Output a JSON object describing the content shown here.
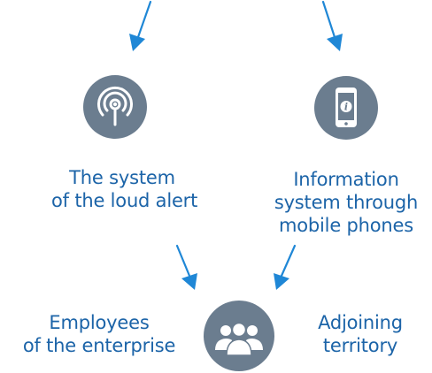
{
  "colors": {
    "accent": "#1c64a8",
    "arrow": "#1f87d6",
    "icon_bg": "#6b7d8f",
    "icon_fg": "#ffffff"
  },
  "nodes": {
    "loud_alert": {
      "icon": "antenna-broadcast-icon",
      "lines": [
        "The system",
        "of the loud alert"
      ]
    },
    "mobile_info": {
      "icon": "mobile-phone-info-icon",
      "lines": [
        "Information",
        "system through",
        "mobile phones"
      ]
    },
    "employees": {
      "lines": [
        "Employees",
        "of the enterprise"
      ]
    },
    "people": {
      "icon": "people-group-icon"
    },
    "territory": {
      "lines": [
        "Adjoining",
        "territory"
      ]
    }
  }
}
